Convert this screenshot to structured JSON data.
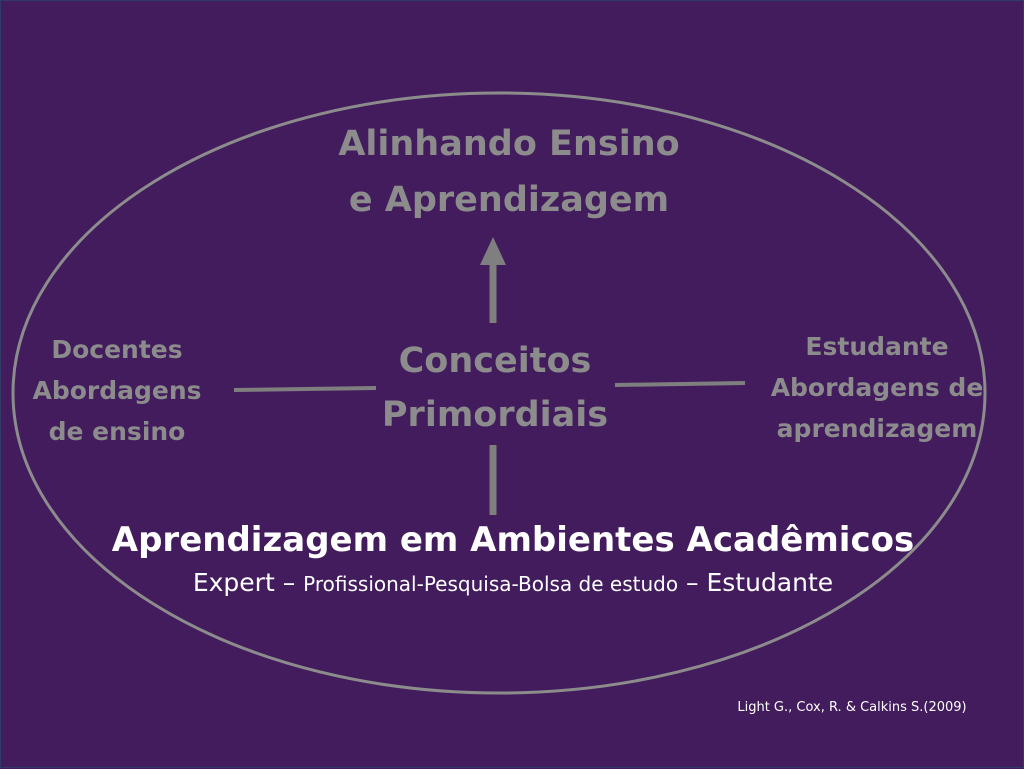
{
  "diagram": {
    "top_title": [
      "Alinhando Ensino",
      "e Aprendizagem"
    ],
    "center_title": [
      "Conceitos",
      "Primordiais"
    ],
    "left_block": [
      "Docentes",
      "Abordagens",
      "de ensino"
    ],
    "right_block": [
      "Estudante",
      "Abordagens de",
      "aprendizagem"
    ],
    "headline": "Aprendizagem em Ambientes Acadêmicos",
    "subline": {
      "part1": "Expert – ",
      "part2": "Profissional-Pesquisa-Bolsa de estudo",
      "part3": " – Estudante"
    },
    "citation": "Light G., Cox, R. & Calkins S.(2009)"
  },
  "colors": {
    "background": "#431c5e",
    "shapes": "#8c8c8c",
    "muted_text": "#8c8c8c",
    "highlight_text": "#ffffff"
  }
}
